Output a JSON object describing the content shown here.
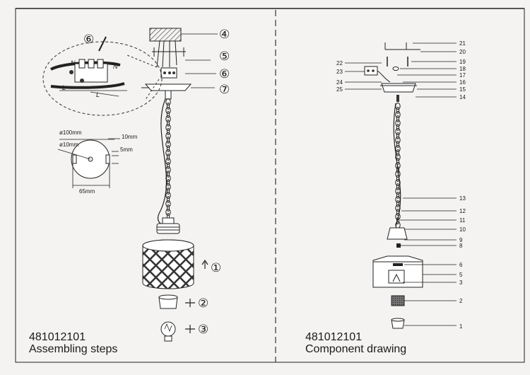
{
  "left_panel": {
    "code": "481012101",
    "caption": "Assembling steps",
    "step_marks": [
      "①",
      "②",
      "③",
      "④",
      "⑤",
      "⑥",
      "⑦"
    ],
    "wire_labels": [
      "N",
      "N",
      "L",
      "L"
    ],
    "dimensions": {
      "outer_diameter": "ø100mm",
      "hole_diameter": "ø10mm",
      "offset": "10mm",
      "depth": "5mm",
      "spacing": "65mm"
    }
  },
  "right_panel": {
    "code": "481012101",
    "caption": "Component drawing",
    "part_numbers": [
      "1",
      "2",
      "3",
      "5",
      "6",
      "8",
      "9",
      "10",
      "11",
      "12",
      "13",
      "14",
      "15",
      "16",
      "17",
      "18",
      "19",
      "20",
      "21",
      "22",
      "23",
      "24",
      "25"
    ]
  }
}
